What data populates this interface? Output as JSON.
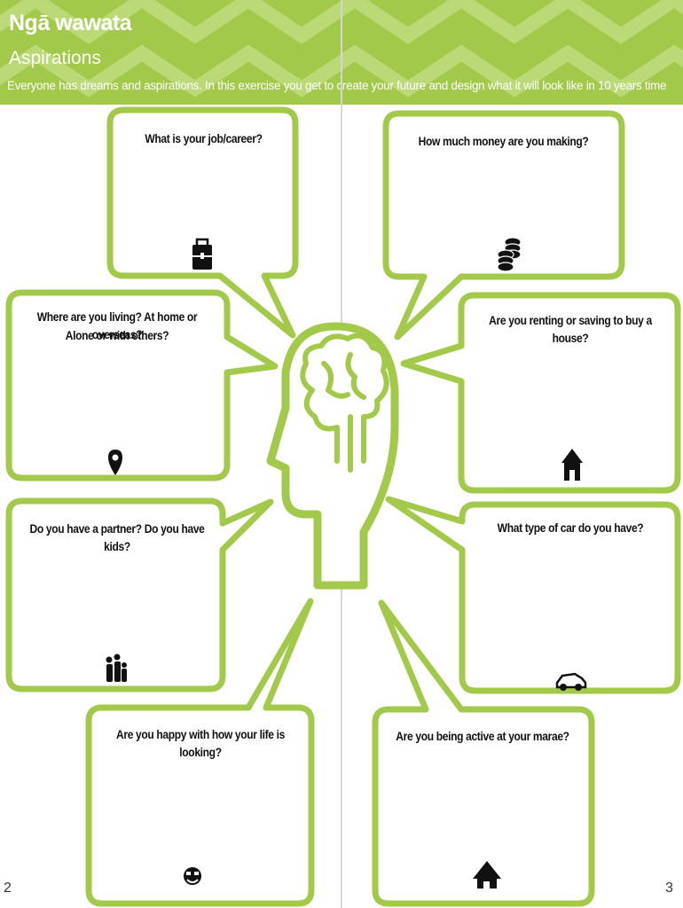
{
  "header": {
    "title": "Ngā wawata",
    "subtitle": "Aspirations",
    "intro": "Everyone has dreams and aspirations. In this exercise you get to create your future and design what it will look like in 10 years time"
  },
  "questions": {
    "job": "What is your job/career?",
    "money": "How much money are you making?",
    "living_1": "Where are you living? At home or overseas?",
    "living_2": "Alone or with others?",
    "house": "Are you renting or saving to buy a house?",
    "partner": "Do you have a partner? Do you have kids?",
    "car": "What type of car do you have?",
    "happy": "Are you happy with how your life is looking?",
    "marae": "Are you being active at your marae?"
  },
  "page_numbers": {
    "left": "2",
    "right": "3"
  },
  "colors": {
    "accent": "#a3c94b",
    "bubble_stroke": "#a3c94b",
    "icon": "#111111"
  },
  "icons": [
    "briefcase-icon",
    "coins-icon",
    "location-pin-icon",
    "house-icon",
    "family-icon",
    "car-icon",
    "smiley-icon",
    "marae-icon",
    "head-brain-icon"
  ]
}
